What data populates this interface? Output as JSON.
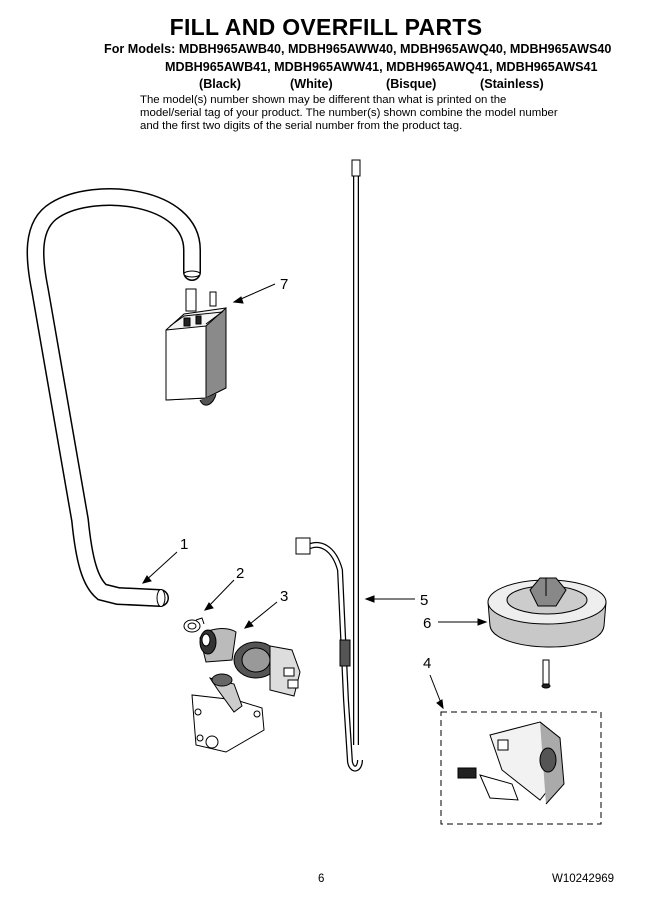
{
  "title": "FILL AND OVERFILL PARTS",
  "models": {
    "line1": "For Models: MDBH965AWB40, MDBH965AWW40, MDBH965AWQ40, MDBH965AWS40",
    "line2": "MDBH965AWB41, MDBH965AWW41, MDBH965AWQ41, MDBH965AWS41",
    "colors": [
      "(Black)",
      "(White)",
      "(Bisque)",
      "(Stainless)"
    ]
  },
  "note": "The model(s) number shown may be different than what is printed on the model/serial tag of your product. The number(s) shown combine the model number and the first two digits of the serial number from the product tag.",
  "callouts": [
    "1",
    "2",
    "3",
    "4",
    "5",
    "6",
    "7"
  ],
  "footer": {
    "page_number": "6",
    "doc_number": "W10242969"
  }
}
